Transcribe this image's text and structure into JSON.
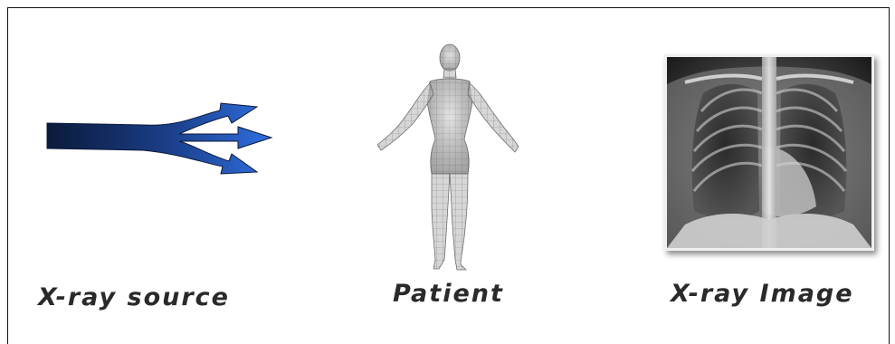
{
  "labels": {
    "source": "X-ray source",
    "patient": "Patient",
    "image": "X-ray Image"
  },
  "colors": {
    "arrow_dark": "#0a1a3a",
    "arrow_light": "#2f6fe0",
    "label_text": "#2a2a2a"
  },
  "icons": {
    "source": "xray-beam-arrows-icon",
    "patient": "human-wireframe-figure",
    "image": "chest-xray-image"
  }
}
